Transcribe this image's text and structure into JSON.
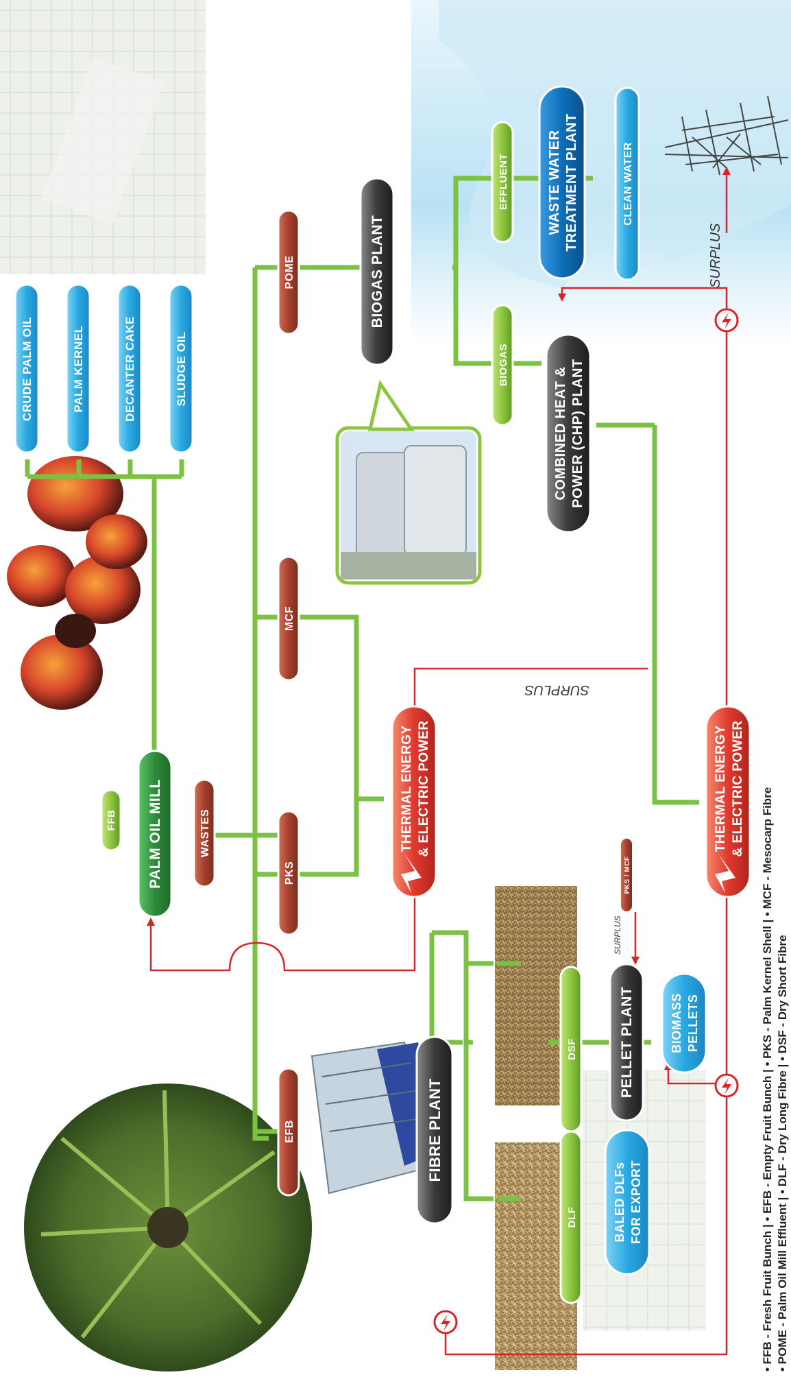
{
  "colors": {
    "green_line": "#7cc242",
    "red_line": "#d9232a",
    "green_pill": "#8cc63f",
    "brown_pill": "#a6402e",
    "blue_pill": "#2aaae2",
    "dark_blue_pill": "#0d6fb8",
    "gray_pill": "#3a3a3a",
    "dark_green_pill": "#2e8b3a",
    "red_pill": "#e03a2f"
  },
  "products": {
    "crude_palm_oil": "CRUDE PALM OIL",
    "palm_kernel": "PALM KERNEL",
    "decanter_cake": "DECANTER CAKE",
    "sludge_oil": "SLUDGE OIL"
  },
  "inputs": {
    "ffb": "FFB",
    "palm_oil_mill": "PALM OIL MILL",
    "wastes": "WASTES"
  },
  "waste_streams": {
    "efb": "EFB",
    "pks": "PKS",
    "mcf": "MCF",
    "pome": "POME"
  },
  "plants": {
    "biogas_plant": "BIOGAS PLANT",
    "effluent": "EFFLUENT",
    "biogas": "BIOGAS",
    "wwtp_line1": "WASTE WATER",
    "wwtp_line2": "TREATMENT PLANT",
    "clean_water": "CLEAN WATER",
    "chp_line1": "COMBINED HEAT &",
    "chp_line2": "POWER (CHP) PLANT",
    "thermal1_line1": "THERMAL ENERGY",
    "thermal1_line2": "& ELECTRIC POWER",
    "thermal2_line1": "THERMAL ENERGY",
    "thermal2_line2": "& ELECTRIC POWER",
    "fibre_plant": "FIBRE PLANT",
    "dsf": "DSF",
    "dlf": "DLF",
    "pellet_plant": "PELLET PLANT",
    "biomass_line1": "BIOMASS",
    "biomass_line2": "PELLETS",
    "baled_line1": "BALED DLFs",
    "baled_line2": "FOR EXPORT",
    "pks_mcf": "PKS / MCF"
  },
  "surplus": {
    "top": "SURPLUS",
    "middle": "SURPLUS",
    "small": "SURPLUS"
  },
  "legend": {
    "line1": "• FFB - Fresh Fruit Bunch  |  • EFB - Empty Fruit Bunch  |  • PKS - Palm Kernel Shell  |  • MCF - Mesocarp Fibre",
    "line2": "• POME - Palm Oil Mill Effluent  |  • DLF - Dry Long Fibre  |  • DSF - Dry Short Fibre"
  }
}
